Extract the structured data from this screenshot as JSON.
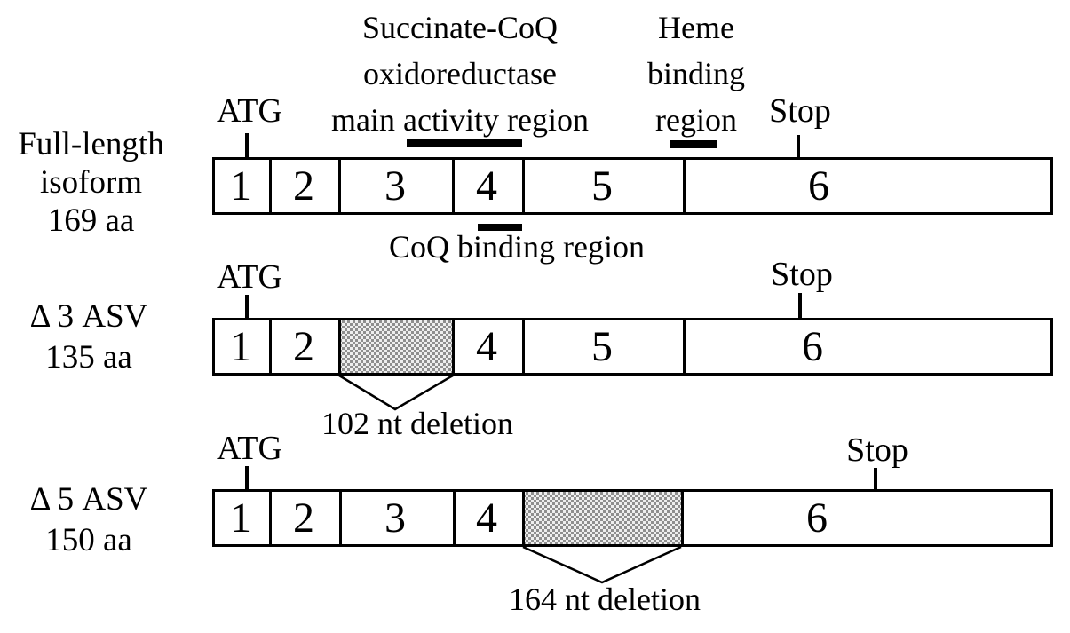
{
  "annotations": {
    "succinate": {
      "line1": "Succinate-CoQ",
      "line2": "oxidoreductase",
      "line3": "main activity region"
    },
    "heme": {
      "line1": "Heme",
      "line2": "binding",
      "line3": "region"
    },
    "coq_label": "CoQ binding region",
    "start_codon": "ATG",
    "stop_codon": "Stop"
  },
  "rows": [
    {
      "label_line1": "Full-length",
      "label_line2": "isoform",
      "label_line3": "169 aa",
      "exon1": "1",
      "exon2": "2",
      "exon3": "3",
      "exon4": "4",
      "exon5": "5",
      "exon6": "6"
    },
    {
      "label_line1": "Δ 3 ASV",
      "label_line2": "135 aa",
      "exon1": "1",
      "exon2": "2",
      "exon4": "4",
      "exon5": "5",
      "exon6": "6",
      "deletion_label": "102 nt deletion"
    },
    {
      "label_line1": "Δ 5 ASV",
      "label_line2": "150 aa",
      "exon1": "1",
      "exon2": "2",
      "exon3": "3",
      "exon4": "4",
      "exon6": "6",
      "deletion_label": "164 nt deletion"
    }
  ],
  "colors": {
    "ink": "#000000",
    "background": "#ffffff",
    "hatch_fill": "#8f8f8f"
  }
}
